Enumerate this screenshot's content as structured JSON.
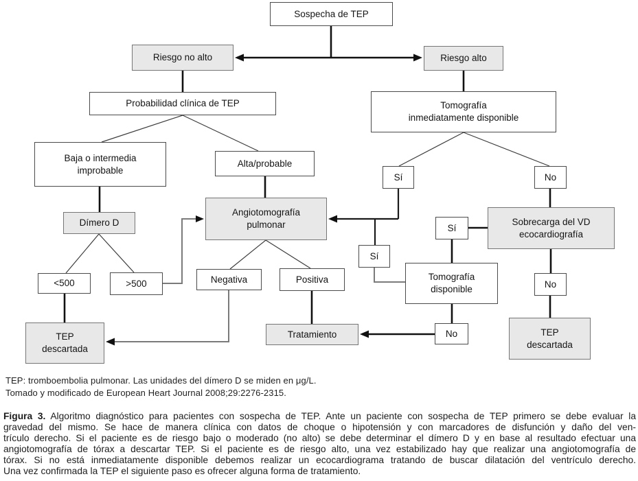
{
  "diagram": {
    "nodes": {
      "sospecha": "Sospecha de TEP",
      "riesgo_no_alto": "Riesgo no alto",
      "riesgo_alto": "Riesgo alto",
      "prob_clinica": "Probabilidad clínica de TEP",
      "tomografia_inmediata": "Tomografía\ninmediatamente disponible",
      "baja_intermedia": "Baja o intermedia\nimprobable",
      "alta_probable": "Alta/probable",
      "dimero_d": "Dímero D",
      "angiotomografia": "Angiotomografía\npulmonar",
      "si_rapida": "Sí",
      "no_rapida": "No",
      "sobrecarga_vd": "Sobrecarga del VD\necocardiografía",
      "si_media": "Sí",
      "si_sobrecarga": "Sí",
      "menor_500": "<500",
      "mayor_500": ">500",
      "negativa": "Negativa",
      "positiva": "Positiva",
      "tomografia_disponible": "Tomografía\ndisponible",
      "tep_descartada_izq": "TEP\ndescartada",
      "tratamiento": "Tratamiento",
      "no_disponible": "No",
      "no_sobrecarga": "No",
      "tep_descartada_der": "TEP\ndescartada"
    },
    "colors": {
      "node_fill_gray": "#e8e8e8",
      "node_fill_white": "#ffffff",
      "node_border_dark": "#4a4a4a",
      "node_border_gray": "#757575",
      "line_main": "#111111",
      "line_secondary": "#7a7a7a"
    }
  },
  "footnote": {
    "line1": "TEP: tromboembolia pulmonar. Las unidades del dímero D se miden en μg/L.",
    "line2": "Tomado y modificado de European Heart Journal 2008;29:2276-2315."
  },
  "caption": {
    "label": "Figura 3.",
    "lines": [
      " Algoritmo diagnóstico para pacientes con sospecha de TEP. Ante un paciente con sospecha de TEP primero se debe evaluar la",
      "gravedad del mismo. Se hace de manera clínica con datos de choque o hipotensión y con marcadores de disfunción y daño del ven-",
      "trículo derecho. Si el paciente es de riesgo bajo o moderado (no alto) se debe determinar el dímero D y en base al resultado efectuar una",
      "angiotomografía de tórax a descartar TEP. Si el paciente es de riesgo alto, una vez estabilizado hay que realizar una angiotomografía de",
      "tórax. Si no está inmediatamente disponible debemos realizar un ecocardiograma tratando de buscar dilatación del ventrículo derecho.",
      "Una vez confirmada la TEP el siguiente paso es ofrecer alguna forma de tratamiento."
    ]
  }
}
